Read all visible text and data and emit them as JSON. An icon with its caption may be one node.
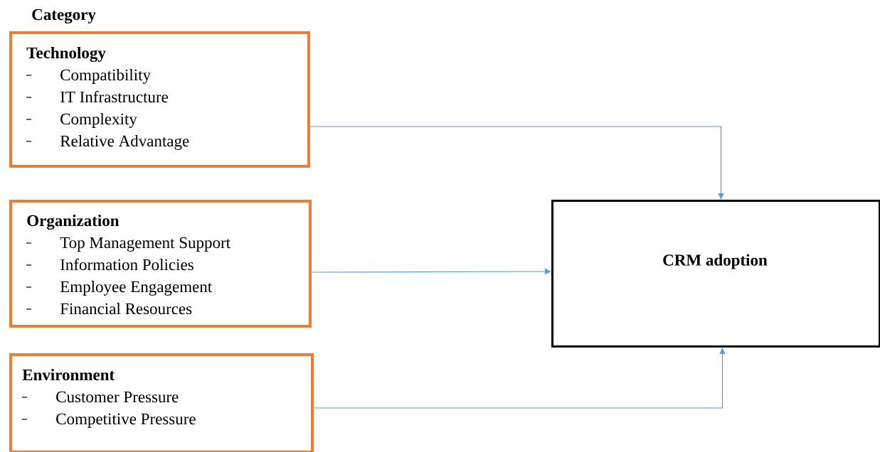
{
  "diagram": {
    "title": "Category",
    "nodes": [
      {
        "text": [
          "Technology",
          "Compatibility",
          "IT Infrastructure",
          "Complexity",
          "Relative Advantage"
        ]
      },
      {
        "text": [
          "Organization",
          "Top Management Support",
          "Information Policies",
          "Employee Engagement",
          "Financial Resources"
        ]
      },
      {
        "text": [
          "Environment",
          "Customer Pressure",
          "Competitive Pressure"
        ]
      },
      {
        "text": [
          "CRM adoption"
        ]
      }
    ],
    "edges": [
      {
        "from": 0,
        "to": 3,
        "arrow": "to"
      },
      {
        "from": 1,
        "to": 3,
        "arrow": "to"
      },
      {
        "from": 2,
        "to": 3,
        "arrow": "to"
      }
    ]
  }
}
